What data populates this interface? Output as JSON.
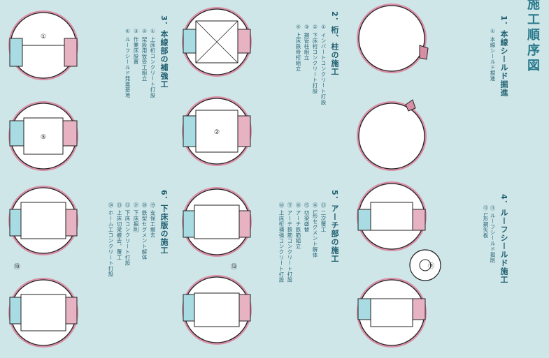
{
  "title": "施工順序図",
  "sections": [
    {
      "id": "s1",
      "heading": "1．本線シールド掘進",
      "steps": [
        "① 本線シールド掘進"
      ]
    },
    {
      "id": "s2",
      "heading": "2．桁、柱の施工",
      "steps": [
        "① インバートコンクリート打設",
        "② 下床桁コンクリート打設",
        "③ 鋼管柱組立",
        "④ 上床鉄骨桁組立"
      ]
    },
    {
      "id": "s3",
      "heading": "3．本線部の補強工",
      "steps": [
        "① 上床桁コンクリート打設",
        "② 架設用仮受工組立",
        "③ 作業床設置",
        "④ ルーフシールド発進基地"
      ]
    },
    {
      "id": "s4",
      "heading": "4．ルーフシールド施工",
      "steps": [
        "⑪ ルーフシールド掘削",
        "⑫ L形鋼矢板"
      ]
    },
    {
      "id": "s5",
      "heading": "5．アーチ部の施工",
      "steps": [
        "⑬ 二次覆工",
        "⑭ L形セグメント解体",
        "⑮ 切梁盛替",
        "⑯ アーチ鉄筋組立",
        "⑰ アーチ鉄筋コンクリート打設",
        "⑱ 上床桁補強コンクリート打設"
      ]
    },
    {
      "id": "s6",
      "heading": "6．下床版の施工",
      "steps": [
        "⑲ 支保工撤去",
        "⑳ 鉄型セグメント解体",
        "㉑ 下床掘削",
        "㉒ 下床コンクリート打設",
        "㉓ 上床切梁撤去、覆工",
        "㉔ ホーム工コンクリート打設"
      ]
    }
  ],
  "diagram_labels": {
    "c1": "①",
    "c2": "②",
    "c3": "⑤",
    "c4": "⑪",
    "c5": "⑬",
    "c6": "⑲"
  },
  "colors": {
    "background": "#cfe6e9",
    "tunnel_fill": "#ffffff",
    "ring_outer": "#d88fa6",
    "ring_inner": "#222222",
    "concrete": "#a9dbe2",
    "concrete_pink": "#e7b3c2",
    "text": "#1f5f6f"
  }
}
